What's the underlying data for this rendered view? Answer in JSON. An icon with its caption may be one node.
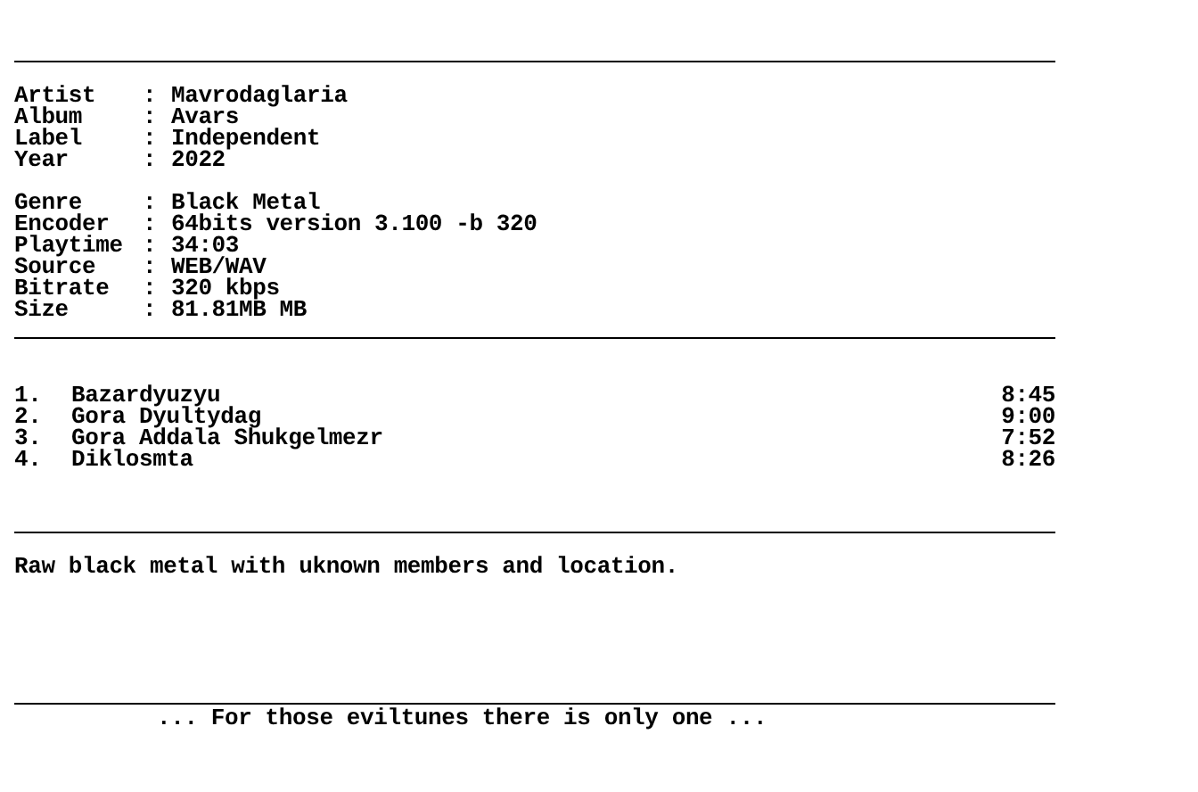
{
  "diagram": {
    "labels": [
      "Artist",
      ":",
      "Mavrodaglaria",
      "Album",
      ":",
      "Avars",
      "Label",
      ":",
      "Independent",
      "Year",
      ":",
      "2022",
      "Genre",
      ":",
      "Black Metal",
      "Encoder",
      ":",
      "64bits version 3.100 -b 320",
      "Playtime",
      ":",
      "34:03",
      "Source",
      ":",
      "WEB/WAV",
      "Bitrate",
      ":",
      "320 kbps",
      "Size",
      ":",
      "81.81MB MB",
      "1.",
      "Bazardyuzyu",
      "8:45",
      "2.",
      "Gora Dyultydag",
      "9:00",
      "3.",
      "Gora Addala Shukgelmezr",
      "7:52",
      "4.",
      "Diklosmta",
      "8:26",
      "Raw black metal with uknown members and location.",
      "... For those eviltunes there is only one ..."
    ]
  }
}
